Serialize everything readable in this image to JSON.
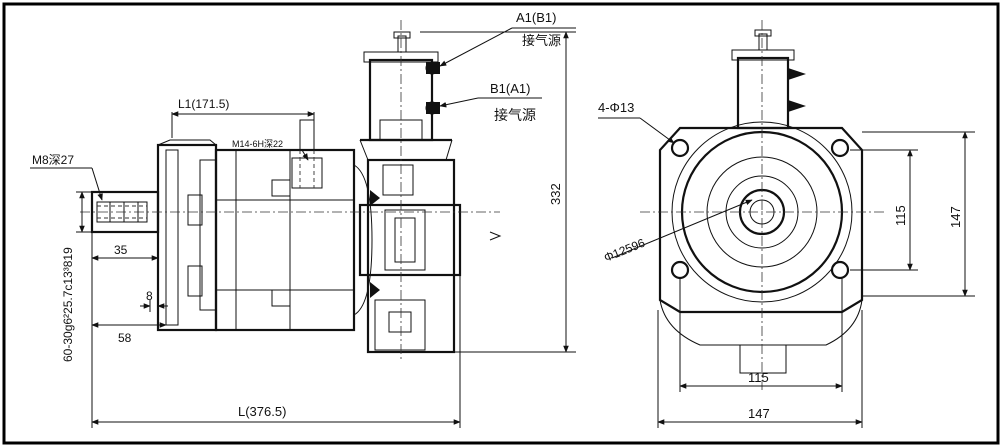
{
  "labels": {
    "a1b1": "A1(B1)",
    "air_upper": "接气源",
    "b1a1": "B1(A1)",
    "air_lower": "接气源",
    "l1": "L1(171.5)",
    "m14": "M14-6H深22",
    "m8": "M8深27",
    "d332": "332",
    "d35": "35",
    "d8": "8",
    "d58": "58",
    "spline": "60-30g6²25.7c13³819",
    "L": "L(376.5)",
    "holes": "4-Φ13",
    "phi": "Φ12596",
    "v115": "115",
    "v147": "147",
    "h115": "115",
    "h147": "147"
  },
  "colors": {
    "ink": "#111111",
    "frame": "#000000",
    "paper": "#ffffff"
  }
}
